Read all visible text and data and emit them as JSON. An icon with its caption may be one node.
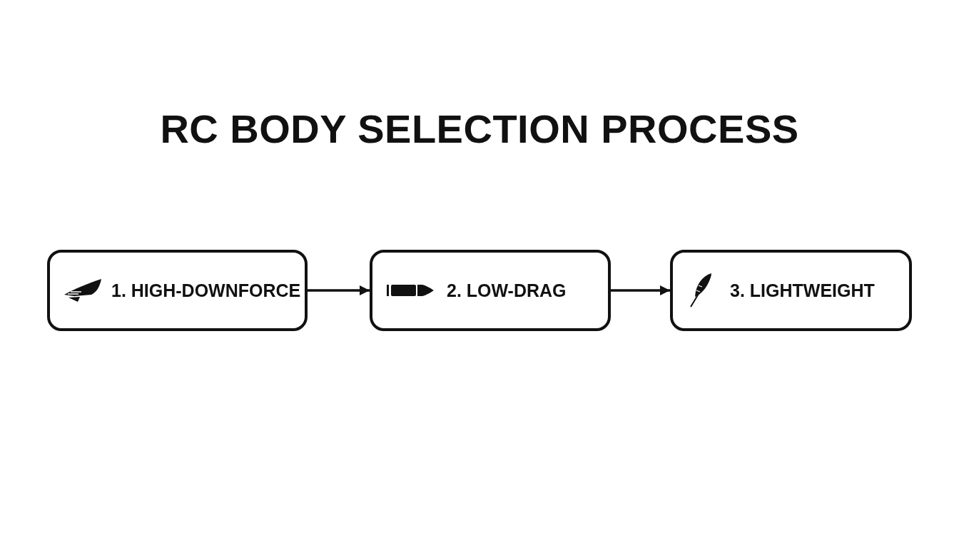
{
  "diagram": {
    "title": "RC BODY SELECTION PROCESS",
    "nodes": [
      {
        "text": [
          "1. HIGH-DOWNFORCE"
        ]
      },
      {
        "text": [
          "2. LOW-DRAG"
        ]
      },
      {
        "text": [
          "3. LIGHTWEIGHT"
        ]
      }
    ],
    "edges": [
      {
        "from": 0,
        "to": 1,
        "arrow": "to"
      },
      {
        "from": 1,
        "to": 2,
        "arrow": "to"
      }
    ]
  }
}
